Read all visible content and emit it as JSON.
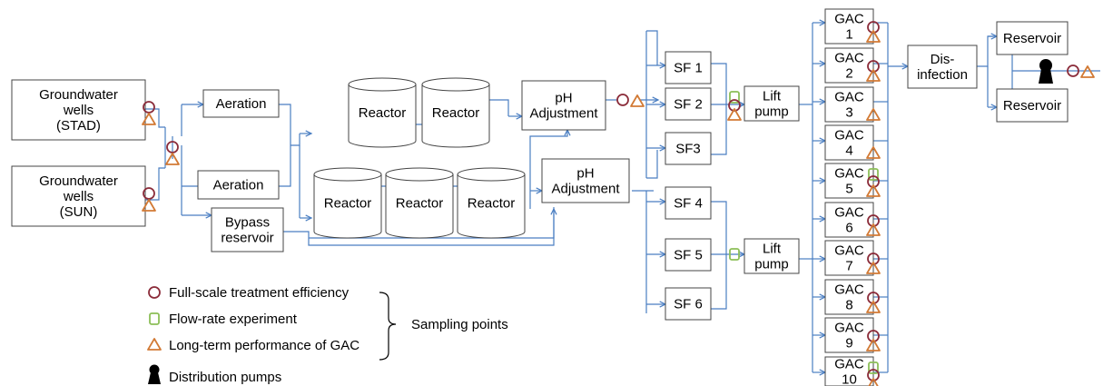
{
  "colors": {
    "flow_line": "#4a7ec2",
    "box_border": "#444444",
    "marker_full_scale": "#8b2c3a",
    "marker_flow_rate": "#8cbf57",
    "marker_long_term": "#d27a35",
    "distribution_pump": "#000000"
  },
  "sources": {
    "stad": [
      "Groundwater",
      "wells",
      "(STAD)"
    ],
    "sun": [
      "Groundwater",
      "wells",
      "(SUN)"
    ]
  },
  "aeration": {
    "top": "Aeration",
    "bottom": "Aeration"
  },
  "bypass": [
    "Bypass",
    "reservoir"
  ],
  "reactor_label": "Reactor",
  "ph": {
    "top": [
      "pH",
      "Adjustment"
    ],
    "bottom": [
      "pH",
      "Adjustment"
    ]
  },
  "sand_filters": [
    "SF 1",
    "SF 2",
    "SF3",
    "SF 4",
    "SF 5",
    "SF 6"
  ],
  "lift_pump": {
    "top": [
      "Lift",
      "pump"
    ],
    "bottom": [
      "Lift",
      "pump"
    ]
  },
  "gac": [
    [
      "GAC",
      "1"
    ],
    [
      "GAC",
      "2"
    ],
    [
      "GAC",
      "3"
    ],
    [
      "GAC",
      "4"
    ],
    [
      "GAC",
      "5"
    ],
    [
      "GAC",
      "6"
    ],
    [
      "GAC",
      "7"
    ],
    [
      "GAC",
      "8"
    ],
    [
      "GAC",
      "9"
    ],
    [
      "GAC",
      "10"
    ]
  ],
  "disinfection": [
    "Dis-",
    "infection"
  ],
  "reservoirs": [
    "Reservoir",
    "Reservoir"
  ],
  "legend": {
    "full_scale": "Full-scale treatment efficiency",
    "flow_rate": "Flow-rate experiment",
    "long_term": "Long-term performance of GAC",
    "distribution": "Distribution pumps",
    "group": "Sampling points"
  },
  "icons": {
    "full_scale": "circle-marker-icon",
    "flow_rate": "square-marker-icon",
    "long_term": "triangle-marker-icon",
    "distribution": "pump-icon"
  }
}
